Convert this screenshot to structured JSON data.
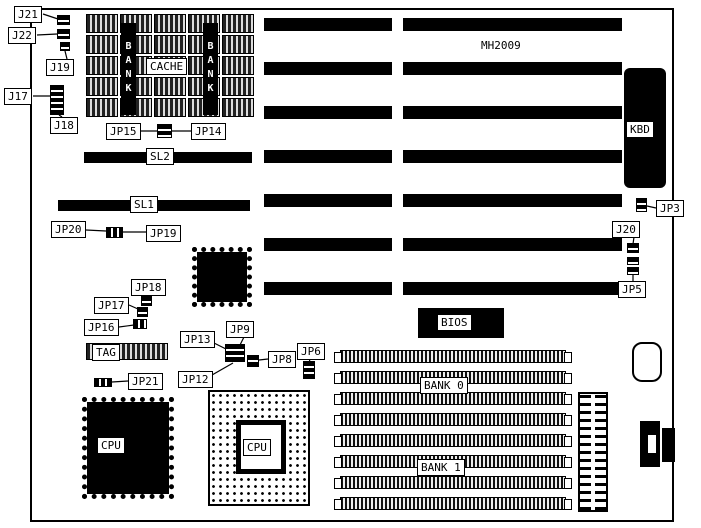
{
  "board_model": "MH2009",
  "colors": {
    "ink": "#000000",
    "paper": "#ffffff"
  },
  "callouts": {
    "j21": "J21",
    "j22": "J22",
    "j19": "J19",
    "j17": "J17",
    "j18": "J18",
    "jp15": "JP15",
    "jp14": "JP14",
    "sl2": "SL2",
    "sl1": "SL1",
    "jp20": "JP20",
    "jp19": "JP19",
    "jp18": "JP18",
    "jp17": "JP17",
    "jp16": "JP16",
    "tag": "TAG",
    "jp21": "JP21",
    "jp13": "JP13",
    "jp9": "JP9",
    "jp12": "JP12",
    "jp8": "JP8",
    "jp6": "JP6",
    "jp3": "JP3",
    "j20": "J20",
    "jp5": "JP5",
    "cache": "CACHE",
    "bios": "BIOS",
    "kbd": "KBD",
    "bank0": "BANK 0",
    "bank1": "BANK 1",
    "cpu_qfp": "CPU",
    "cpu_pga": "CPU",
    "bank_col_left": "BANK",
    "bank_col_right": "BANK"
  }
}
